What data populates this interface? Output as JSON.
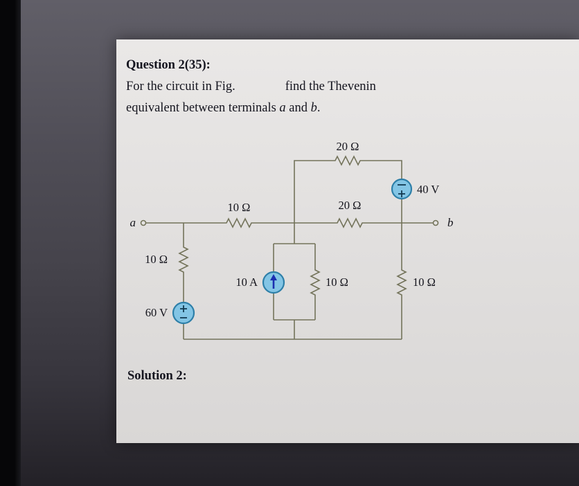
{
  "page": {
    "title": "Question 2(35):",
    "body_line1_left": "For the circuit in Fig.",
    "body_line1_right": "find the Thevenin",
    "body_line2_prefix": "equivalent between terminals ",
    "body_line2_term_a": "a",
    "body_line2_middle": " and ",
    "body_line2_term_b": "b",
    "body_line2_suffix": ".",
    "solution_heading": "Solution 2:"
  },
  "circuit": {
    "labels": {
      "r_top": "20 Ω",
      "r_mid_left": "10 Ω",
      "r_mid_right": "20 Ω",
      "r_left": "10 Ω",
      "r_center": "10 Ω",
      "r_right": "10 Ω",
      "v_source_top": "40 V",
      "v_source_bottom": "60 V",
      "i_source": "10 A",
      "terminal_a": "a",
      "terminal_b": "b"
    },
    "colors": {
      "wire": "#73735a",
      "source_fill": "#83c5e5",
      "source_stroke": "#2e7fa8",
      "arrow": "#1b2fb0",
      "text": "#14141c"
    }
  }
}
